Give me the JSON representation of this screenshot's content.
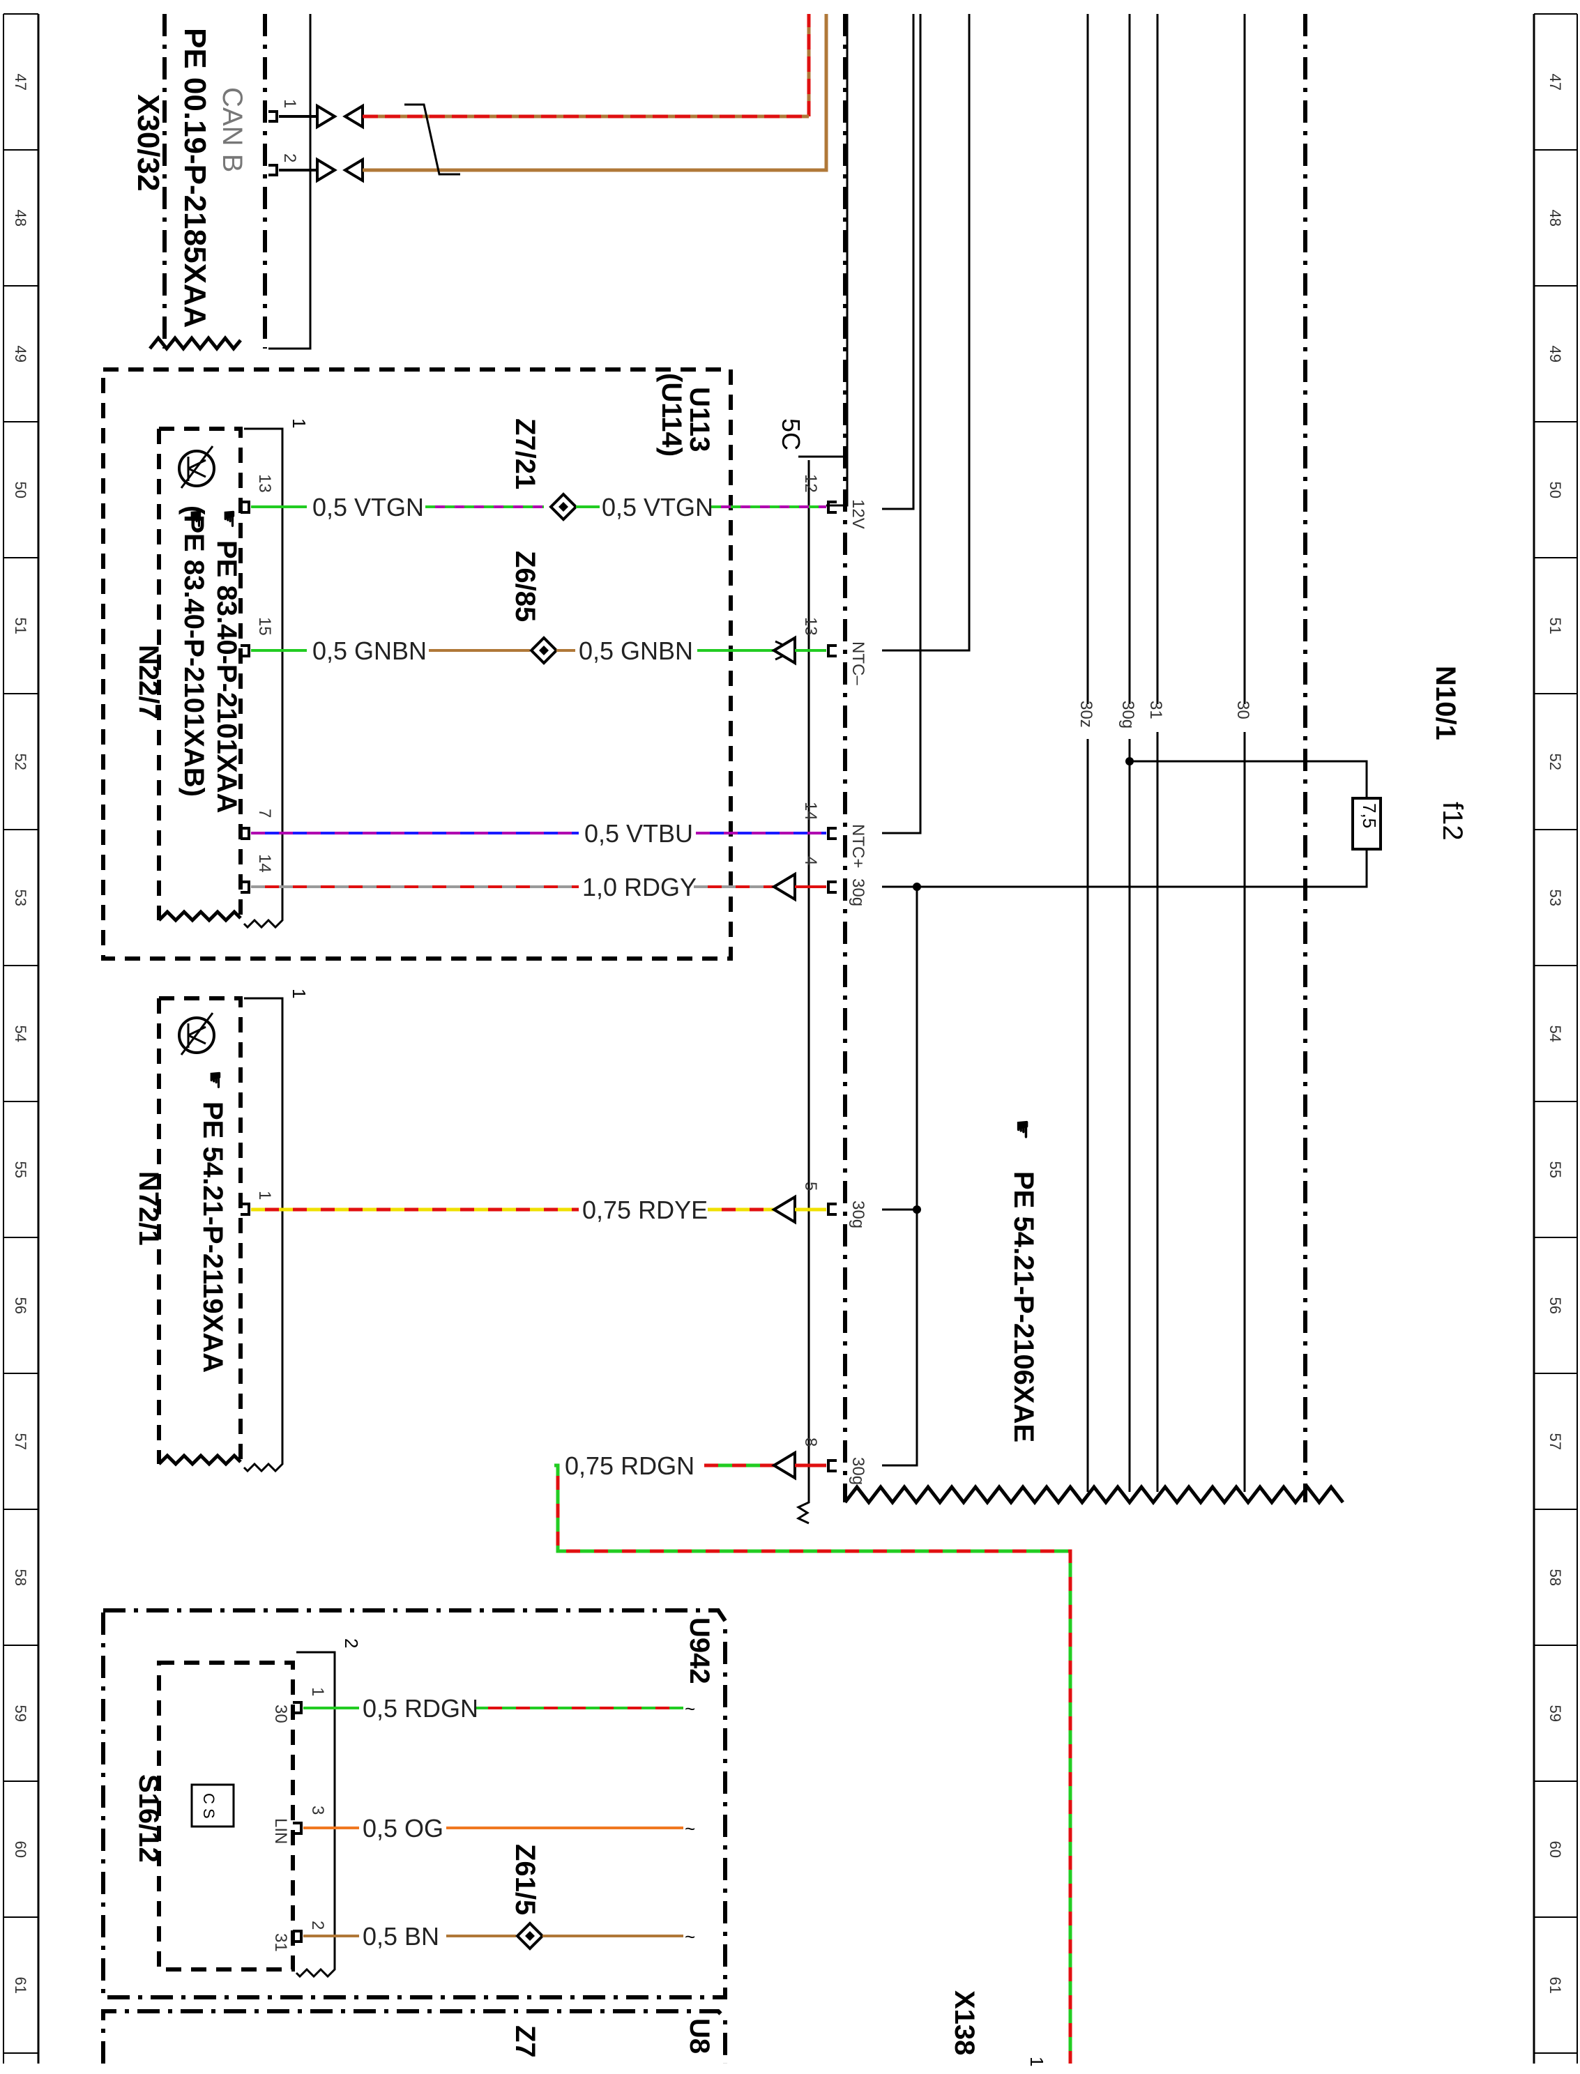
{
  "ruler": {
    "numbers": [
      "47",
      "48",
      "49",
      "50",
      "51",
      "52",
      "53",
      "54",
      "55",
      "56",
      "57",
      "58",
      "59",
      "60",
      "61"
    ]
  },
  "components": {
    "x30_32": {
      "id": "X30/32",
      "ref": "PE 00.19-P-2185XAA",
      "signal": "CAN B"
    },
    "u113": {
      "id": "U113",
      "id2": "(U114)"
    },
    "n22_7": {
      "id": "N22/7",
      "ref1": "PE 83.40-P-2101XAA",
      "ref2": "(PE 83.40-P-2101XAB)"
    },
    "n72_1": {
      "id": "N72/1",
      "ref": "PE 54.21-P-2119XAA"
    },
    "n10_1": {
      "id": "N10/1",
      "fuse": "f12",
      "fuse_value": "7,5",
      "ref": "PE 54.21-P-2106XAE",
      "connector": "5C"
    },
    "s16_12": {
      "id": "S16/12",
      "symbol": "C S"
    },
    "u942": {
      "id": "U942"
    },
    "u8": {
      "id": "U8"
    },
    "z7": {
      "id": "Z7"
    },
    "x138": {
      "id": "X138",
      "pin": "1"
    },
    "z7_21": {
      "id": "Z7/21"
    },
    "z6_85": {
      "id": "Z6/85"
    },
    "z61_5": {
      "id": "Z61/5"
    }
  },
  "wires": {
    "w1": "0,5 VTGN",
    "w2": "0,5 VTGN",
    "w3": "0,5 GNBN",
    "w4": "0,5 GNBN",
    "w5": "0,5 VTBU",
    "w6": "1,0 RDGY",
    "w7": "0,75 RDYE",
    "w8": "0,75 RDGN",
    "w9": "0,5 RDGN",
    "w10": "0,5 OG",
    "w11": "0,5 BN"
  },
  "pins": {
    "x30_p1": "1",
    "x30_p2": "2",
    "n22_13": "13",
    "n22_15": "15",
    "n22_7": "7",
    "n22_14": "14",
    "n22_conn": "1",
    "n10_12": "12",
    "n10_13": "13",
    "n10_14": "14",
    "n10_4": "4",
    "n10_5": "5",
    "n10_8": "8",
    "n10_12_sig": "12V",
    "n10_13_sig": "NTC–",
    "n10_14_sig": "NTC+",
    "n10_4_sig": "30g",
    "n10_5_sig": "30g",
    "n10_8_sig": "30g",
    "n72_p1": "1",
    "n72_conn": "1",
    "s16_p30": "30",
    "s16_pLIN": "LIN",
    "s16_p31": "31",
    "s16_c1": "1",
    "s16_c3": "3",
    "s16_c2": "2",
    "s16_conn": "2",
    "bus_30z": "30z",
    "bus_30g": "30g",
    "bus_31": "31",
    "bus_30": "30"
  },
  "colors": {
    "violet": "#b000b0",
    "green": "#22cc22",
    "brown": "#b07838",
    "blue": "#1a1aff",
    "red": "#e01010",
    "grey": "#9a9a9a",
    "yellow": "#f0e000",
    "orange": "#f07820"
  }
}
